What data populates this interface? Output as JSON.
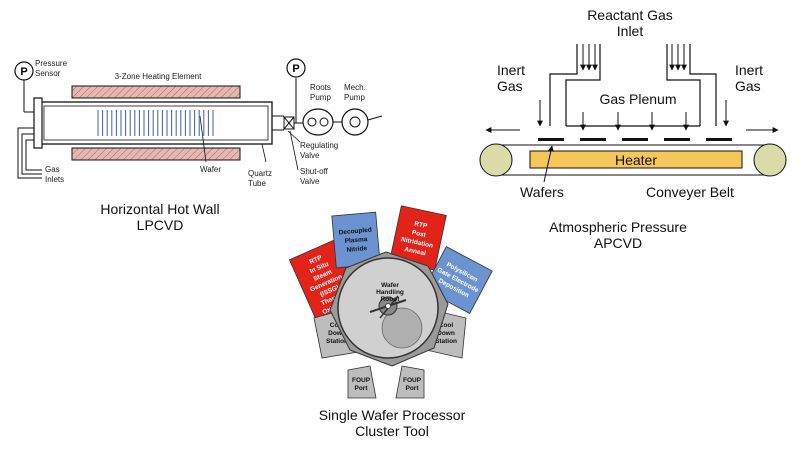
{
  "colors": {
    "heating": "#e7b7b2",
    "heater": "#f5c65a",
    "red_chamber": "#e2231a",
    "blue_chamber": "#6b93cf",
    "gray_chamber": "#bdbdbd",
    "roller": "#d9dca8",
    "hub": "#9a9a9a",
    "robot": "#b8b8b8"
  },
  "lpcvd": {
    "caption_line1": "Horizontal Hot Wall",
    "caption_line2": "LPCVD",
    "pressure_sensor_line1": "Pressure",
    "pressure_sensor_line2": "Sensor",
    "gauge_symbol": "P",
    "heating_element": "3-Zone Heating Element",
    "roots_line1": "Roots",
    "roots_line2": "Pump",
    "mech_line1": "Mech.",
    "mech_line2": "Pump",
    "regulating_line1": "Regulating",
    "regulating_line2": "Valve",
    "shutoff_line1": "Shut-off",
    "shutoff_line2": "Valve",
    "wafer": "Wafer",
    "quartz_line1": "Quartz",
    "quartz_line2": "Tube",
    "gas_line1": "Gas",
    "gas_line2": "Inlets"
  },
  "apcvd": {
    "caption_line1": "Atmospheric Pressure",
    "caption_line2": "APCVD",
    "reactant_line1": "Reactant Gas",
    "reactant_line2": "Inlet",
    "inert_left_line1": "Inert",
    "inert_left_line2": "Gas",
    "inert_right_line1": "Inert",
    "inert_right_line2": "Gas",
    "plenum": "Gas Plenum",
    "heater": "Heater",
    "wafers": "Wafers",
    "belt": "Conveyer Belt"
  },
  "cluster": {
    "caption_line1": "Single Wafer Processor",
    "caption_line2": "Cluster Tool",
    "robot_line1": "Wafer",
    "robot_line2": "Handling",
    "robot_line3": "Robot",
    "ch_rtp_insitu": [
      "RTP",
      "In Situ",
      "Steam",
      "Generation",
      "(ISSG)",
      "Thermal",
      "Oxidation"
    ],
    "ch_plasma": [
      "Decoupled",
      "Plasma",
      "Nitride"
    ],
    "ch_rtp_post": [
      "RTP",
      "Post",
      "Nitridation",
      "Anneal"
    ],
    "ch_poly": [
      "Polysilicon",
      "Gate Electrode",
      "Deposition"
    ],
    "cool_left": [
      "Cool",
      "Down",
      "Station"
    ],
    "cool_right": [
      "Cool",
      "Down",
      "Station"
    ],
    "foup_left": [
      "FOUP",
      "Port"
    ],
    "foup_right": [
      "FOUP",
      "Port"
    ]
  }
}
